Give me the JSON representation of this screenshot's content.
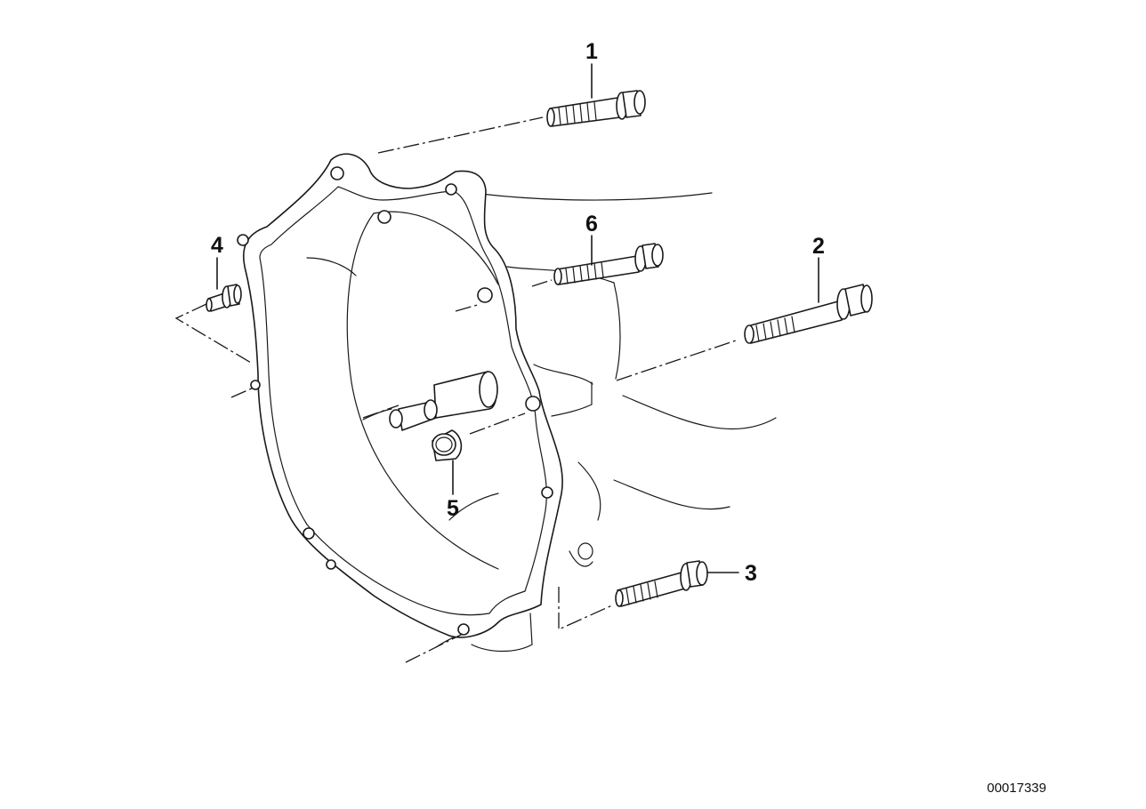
{
  "diagram": {
    "callouts": {
      "c1": "1",
      "c2": "2",
      "c3": "3",
      "c4": "4",
      "c5": "5",
      "c6": "6"
    },
    "reference_number": "00017339"
  }
}
